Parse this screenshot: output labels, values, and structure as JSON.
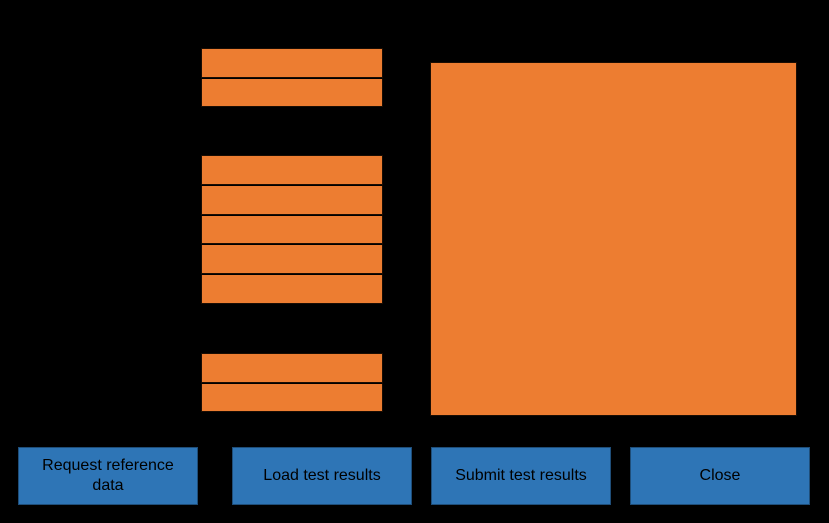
{
  "colors": {
    "background": "#000000",
    "accent_orange": "#ED7D31",
    "accent_blue": "#2E75B6",
    "button_text": "#000000",
    "divider": "#000000"
  },
  "panels": {
    "list_column": {
      "groups": [
        {
          "name": "top-group",
          "row_count": 2,
          "rows": [
            "",
            ""
          ]
        },
        {
          "name": "middle-group",
          "row_count": 5,
          "rows": [
            "",
            "",
            "",
            "",
            ""
          ]
        },
        {
          "name": "bottom-group",
          "row_count": 2,
          "rows": [
            "",
            ""
          ]
        }
      ]
    },
    "detail_panel": {
      "name": "detail-panel",
      "content": ""
    }
  },
  "button_bar": {
    "buttons": [
      {
        "id": "request-reference-data",
        "label": "Request reference data"
      },
      {
        "id": "load-test-results",
        "label": "Load test results"
      },
      {
        "id": "submit-test-results",
        "label": "Submit test results"
      },
      {
        "id": "close",
        "label": "Close"
      }
    ]
  }
}
